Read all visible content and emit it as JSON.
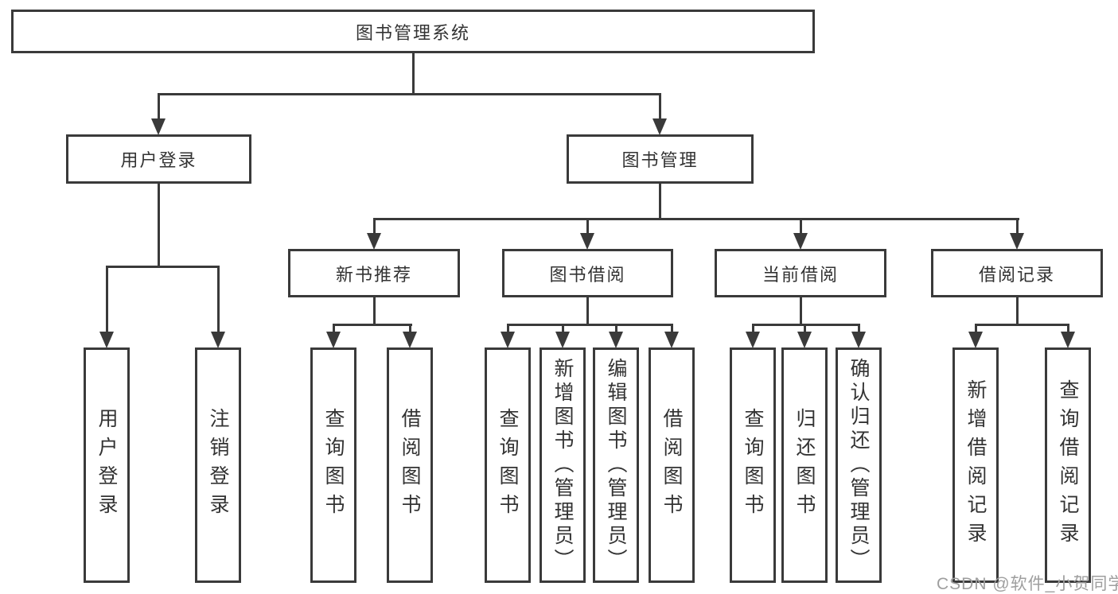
{
  "diagram": {
    "root": {
      "label": "图书管理系统"
    },
    "level2": {
      "user_login": {
        "label": "用户登录"
      },
      "book_management": {
        "label": "图书管理"
      }
    },
    "level3": {
      "new_book_recommend": {
        "label": "新书推荐"
      },
      "book_borrow": {
        "label": "图书借阅"
      },
      "current_borrow": {
        "label": "当前借阅"
      },
      "borrow_record": {
        "label": "借阅记录"
      }
    },
    "leaves": [
      "用户登录",
      "注销登录",
      "查询图书",
      "借阅图书",
      "查询图书",
      "新增图书（管理员）",
      "编辑图书（管理员）",
      "借阅图书",
      "查询图书",
      "归还图书",
      "确认归还（管理员）",
      "新增借阅记录",
      "查询借阅记录"
    ],
    "line_color": "#3a3a3a",
    "watermark": "CSDN @软件_小贺同学"
  }
}
